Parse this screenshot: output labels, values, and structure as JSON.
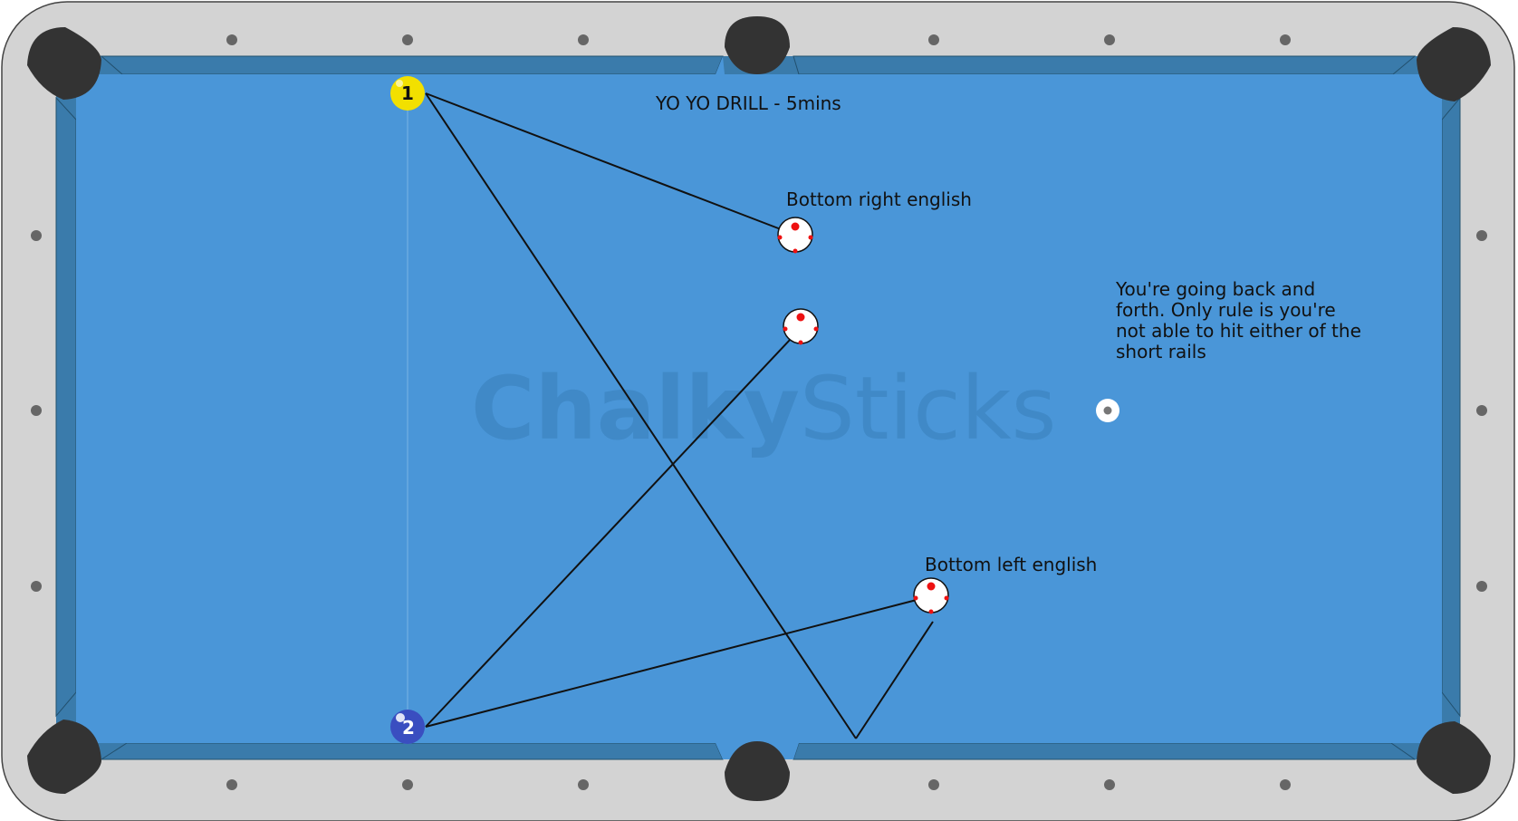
{
  "title": "YO YO DRILL - 5mins",
  "watermark": {
    "part1": "Chalky",
    "part2": "Sticks"
  },
  "annotations": {
    "bottom_right": "Bottom right english",
    "bottom_left": "Bottom left english",
    "description_lines": [
      "You're going back and",
      "forth. Only rule is you're",
      "not able to hit either of the",
      "short rails"
    ]
  },
  "balls": {
    "one": {
      "number": "1",
      "color": "#f2e000"
    },
    "two": {
      "number": "2",
      "color": "#3a4ec0"
    }
  },
  "colors": {
    "felt": "#4a96d8",
    "cushion": "#3a7bab",
    "frame": "#d3d3d3",
    "pocket": "#333333",
    "diamond": "#666666",
    "english_dot": "#ee1111"
  }
}
